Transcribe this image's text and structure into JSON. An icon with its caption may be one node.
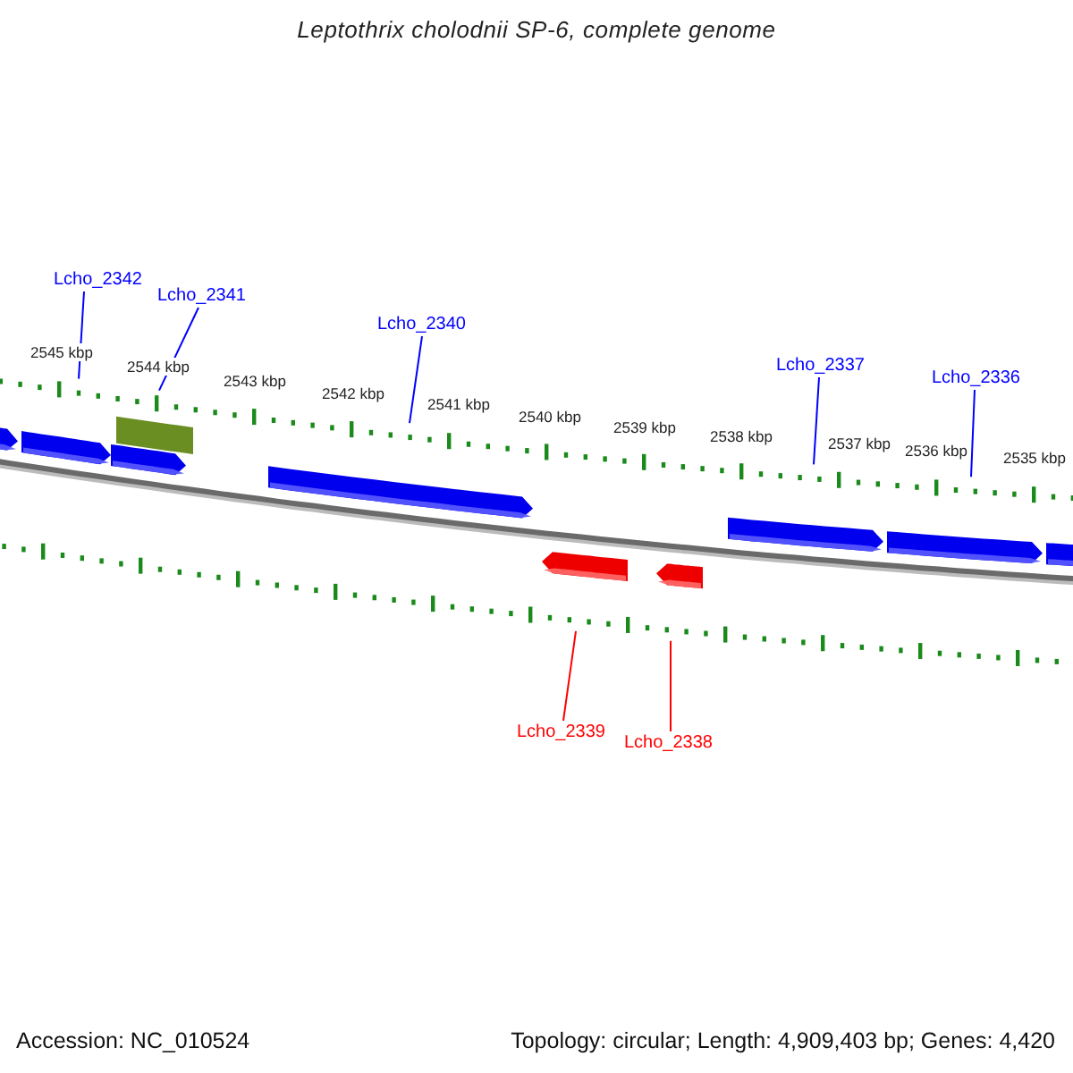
{
  "diagram": {
    "title": "Leptothrix cholodnii SP-6, complete genome",
    "nodes": [
      {
        "text": [
          "Lcho_2342"
        ]
      },
      {
        "text": [
          "Lcho_2341"
        ]
      },
      {
        "text": [
          "Lcho_2340"
        ]
      },
      {
        "text": [
          "Lcho_2337"
        ]
      },
      {
        "text": [
          "Lcho_2336"
        ]
      },
      {
        "text": [
          "Lcho_2339"
        ]
      },
      {
        "text": [
          "Lcho_2338"
        ]
      }
    ],
    "edges": [
      {
        "from": 0,
        "to": null,
        "arrow": "none"
      },
      {
        "from": 1,
        "to": null,
        "arrow": "none"
      },
      {
        "from": 2,
        "to": null,
        "arrow": "none"
      },
      {
        "from": 3,
        "to": null,
        "arrow": "none"
      },
      {
        "from": 4,
        "to": null,
        "arrow": "none"
      },
      {
        "from": 5,
        "to": null,
        "arrow": "none",
        "color": "#ff0000"
      },
      {
        "from": 6,
        "to": null,
        "arrow": "none",
        "color": "#ff0000"
      }
    ],
    "labels": [
      "2545 kbp",
      "2544 kbp",
      "2543 kbp",
      "2542 kbp",
      "2541 kbp",
      "2540 kbp",
      "2539 kbp",
      "2538 kbp",
      "2537 kbp",
      "2536 kbp",
      "2535 kbp",
      "Accession: NC_010524",
      "Topology: circular; Length: 4,909,403 bp; Genes: 4,420"
    ]
  }
}
